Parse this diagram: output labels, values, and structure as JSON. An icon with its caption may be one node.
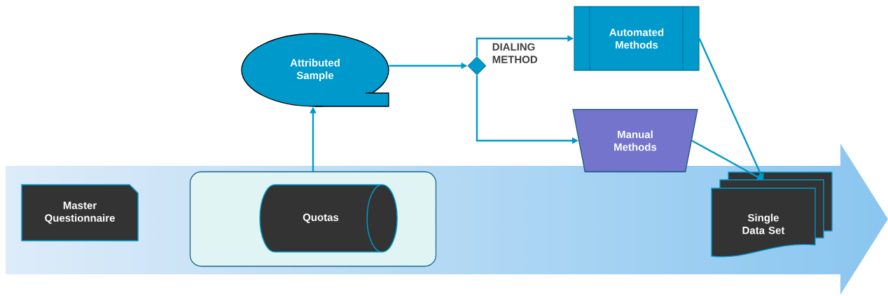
{
  "diagram": {
    "nodes": [
      {
        "text": [
          "Master Questionnaire"
        ]
      },
      {
        "text": [],
        "shape": "box"
      },
      {
        "text": [
          "Quotas"
        ],
        "in": 1
      },
      {
        "text": [
          "Attributed Sample"
        ]
      },
      {
        "text": [],
        "shape": "diamond",
        "beside": [
          "DIALING METHOD"
        ]
      },
      {
        "text": [
          "Automated Methods"
        ]
      },
      {
        "text": [
          "Manual Methods"
        ]
      },
      {
        "text": [
          "Single Data Set"
        ]
      }
    ],
    "edges": [
      {
        "from": 1,
        "to": 3,
        "arrow": "to"
      },
      {
        "from": 3,
        "to": 4,
        "arrow": "to"
      },
      {
        "from": 4,
        "to": 5,
        "arrow": "to"
      },
      {
        "from": 4,
        "to": 6,
        "arrow": "to"
      },
      {
        "from": 5,
        "to": 7,
        "arrow": "to"
      },
      {
        "from": 6,
        "to": 7,
        "arrow": "to"
      }
    ]
  }
}
